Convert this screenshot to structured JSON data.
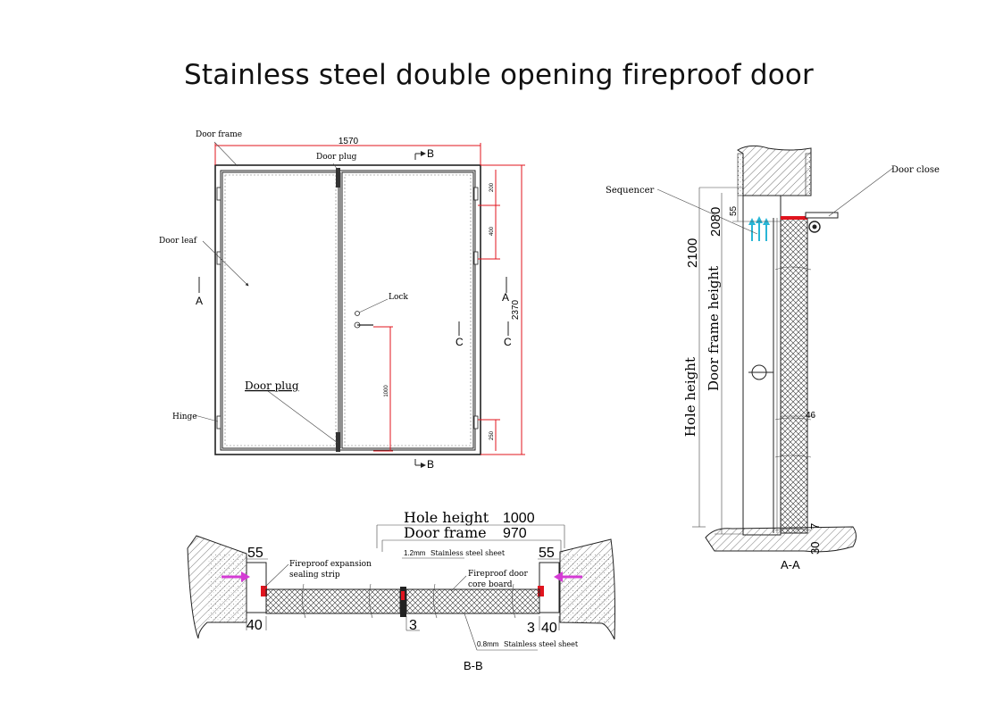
{
  "title": "Stainless steel double opening fireproof door",
  "elevation": {
    "width_dim": "1570",
    "height_dim": "2370",
    "dim_200": "200",
    "dim_400": "400",
    "dim_1000": "1000",
    "dim_250": "250",
    "label_door_frame": "Door frame",
    "label_door_plug_top": "Door plug",
    "label_door_leaf": "Door leaf",
    "label_lock": "Lock",
    "label_door_plug_bottom": "Door plug",
    "label_hinge": "Hinge",
    "section_b": "B",
    "section_a": "A",
    "section_c": "C"
  },
  "section_aa": {
    "label_door_closer": "Door close",
    "label_sequencer": "Sequencer",
    "hole_height_text": "Hole height",
    "hole_height_value": "2100",
    "frame_height_text": "Door frame height",
    "frame_height_value": "2080",
    "dim_55": "55",
    "dim_46": "46",
    "dim_30": "30",
    "dim_7": "7",
    "caption": "A-A"
  },
  "section_bb": {
    "hole_height_text": "Hole height",
    "hole_height_value": "1000",
    "frame_text": "Door frame",
    "frame_value": "970",
    "dim_55_left": "55",
    "dim_55_right": "55",
    "dim_40_left": "40",
    "dim_40_right": "40",
    "dim_3_mid": "3",
    "dim_3_right": "3",
    "thick_12": "1.2mm",
    "label_stainless_12": "Stainless steel sheet",
    "label_fireproof_strip_1": "Fireproof expansion",
    "label_fireproof_strip_2": "sealing strip",
    "label_core_1": "Fireproof door",
    "label_core_2": "core board",
    "thick_08": "0.8mm",
    "label_stainless_08": "Stainless steel sheet",
    "caption": "B-B"
  },
  "colors": {
    "dimension_red": "#e0141e",
    "arrow_cyan": "#29b6d6",
    "arrow_magenta": "#d43bd4",
    "line": "#222222"
  }
}
